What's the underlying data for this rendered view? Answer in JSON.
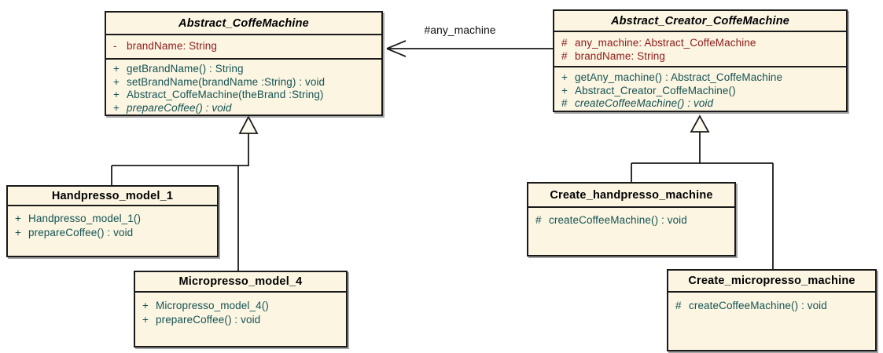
{
  "diagram_type": "uml-class-diagram",
  "colors": {
    "class_fill": "#FBF5E2",
    "class_border": "#1A1A1A",
    "title_text": "#000000",
    "attribute_text": "#8F1A1A",
    "method_text": "#155353",
    "connector": "#1A1A1A"
  },
  "classes": [
    {
      "name": "Abstract_CoffeMachine",
      "abstract": true,
      "attributes": [
        {
          "vis": "-",
          "text": "brandName: String"
        }
      ],
      "methods": [
        {
          "vis": "+",
          "text": "getBrandName() : String"
        },
        {
          "vis": "+",
          "text": "setBrandName(brandName :String) : void"
        },
        {
          "vis": "+",
          "text": "Abstract_CoffeMachine(theBrand :String)"
        },
        {
          "vis": "+",
          "text": "prepareCoffee() : void",
          "italic": true
        }
      ]
    },
    {
      "name": "Abstract_Creator_CoffeMachine",
      "abstract": true,
      "attributes": [
        {
          "vis": "#",
          "text": "any_machine: Abstract_CoffeMachine"
        },
        {
          "vis": "#",
          "text": "brandName: String"
        }
      ],
      "methods": [
        {
          "vis": "+",
          "text": "getAny_machine() : Abstract_CoffeMachine"
        },
        {
          "vis": "+",
          "text": "Abstract_Creator_CoffeMachine()"
        },
        {
          "vis": "#",
          "text": "createCoffeeMachine() : void",
          "italic": true
        }
      ]
    },
    {
      "name": "Handpresso_model_1",
      "abstract": false,
      "attributes": [],
      "methods": [
        {
          "vis": "+",
          "text": "Handpresso_model_1()"
        },
        {
          "vis": "+",
          "text": "prepareCoffee() : void"
        }
      ]
    },
    {
      "name": "Micropresso_model_4",
      "abstract": false,
      "attributes": [],
      "methods": [
        {
          "vis": "+",
          "text": "Micropresso_model_4()"
        },
        {
          "vis": "+",
          "text": "prepareCoffee() : void"
        }
      ]
    },
    {
      "name": "Create_handpresso_machine",
      "abstract": false,
      "attributes": [],
      "methods": [
        {
          "vis": "#",
          "text": "createCoffeeMachine() : void"
        }
      ]
    },
    {
      "name": "Create_micropresso_machine",
      "abstract": false,
      "attributes": [],
      "methods": [
        {
          "vis": "#",
          "text": "createCoffeeMachine() : void"
        }
      ]
    }
  ],
  "relationships": [
    {
      "type": "association",
      "from": "Abstract_Creator_CoffeMachine",
      "to": "Abstract_CoffeMachine",
      "label": "#any_machine"
    },
    {
      "type": "generalization",
      "from": "Handpresso_model_1",
      "to": "Abstract_CoffeMachine"
    },
    {
      "type": "generalization",
      "from": "Micropresso_model_4",
      "to": "Abstract_CoffeMachine"
    },
    {
      "type": "generalization",
      "from": "Create_handpresso_machine",
      "to": "Abstract_Creator_CoffeMachine"
    },
    {
      "type": "generalization",
      "from": "Create_micropresso_machine",
      "to": "Abstract_Creator_CoffeMachine"
    }
  ]
}
